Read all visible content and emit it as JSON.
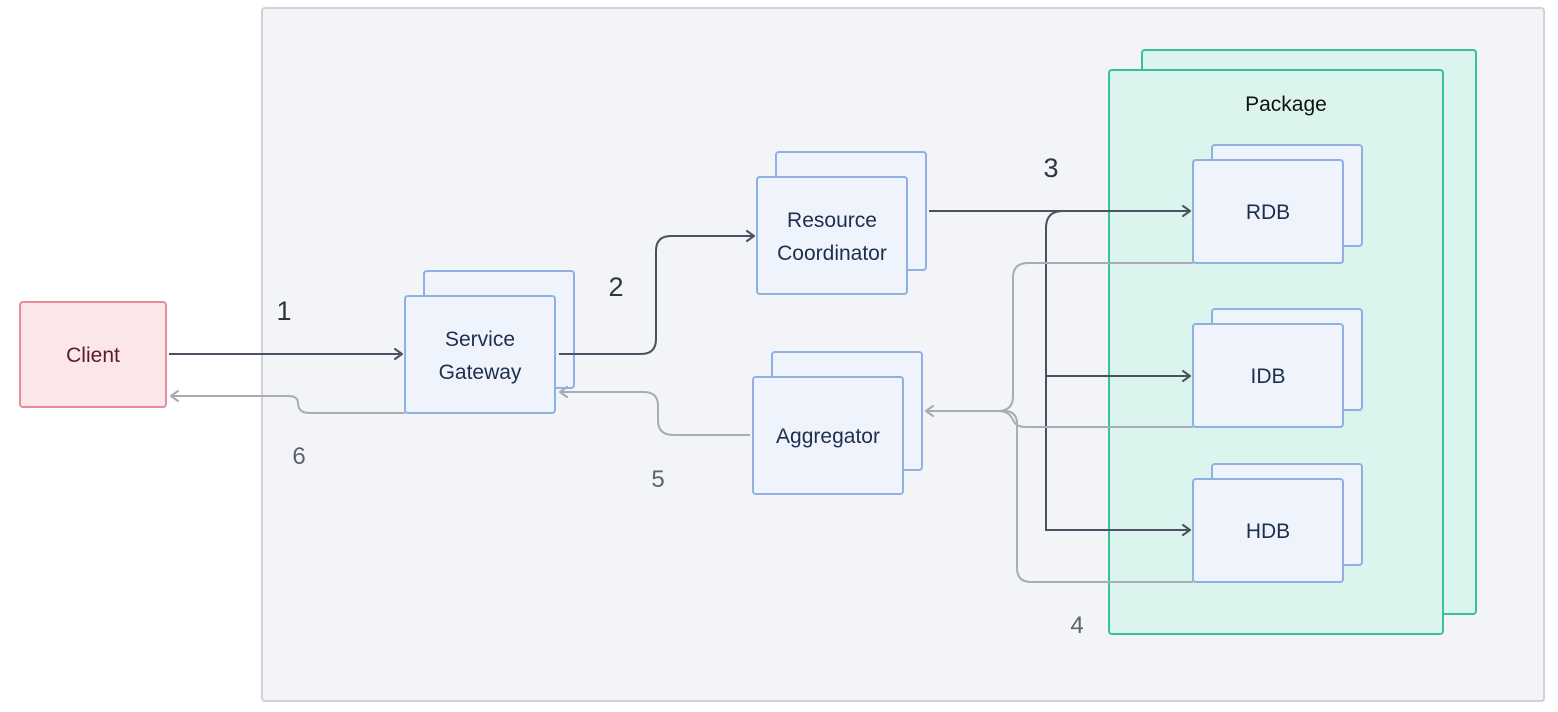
{
  "diagram": {
    "client": {
      "label": "Client"
    },
    "gateway": {
      "line1": "Service",
      "line2": "Gateway"
    },
    "coordinator": {
      "line1": "Resource",
      "line2": "Coordinator"
    },
    "aggregator": {
      "label": "Aggregator"
    },
    "package": {
      "label": "Package"
    },
    "databases": [
      "RDB",
      "IDB",
      "HDB"
    ],
    "steps": [
      "1",
      "2",
      "3",
      "4",
      "5",
      "6"
    ]
  },
  "colors": {
    "request_arrow": "#4a5160",
    "response_arrow": "#a9abb6",
    "node_fill": "#eef3fc",
    "node_stroke": "#8eb0e3",
    "client_fill": "#fbe7ea",
    "client_stroke": "#e88c9c",
    "package_fill": "#dbf4ee",
    "package_stroke": "#3cbf98",
    "frame_fill": "#f2f4f7",
    "frame_stroke": "#cfd2d8"
  }
}
